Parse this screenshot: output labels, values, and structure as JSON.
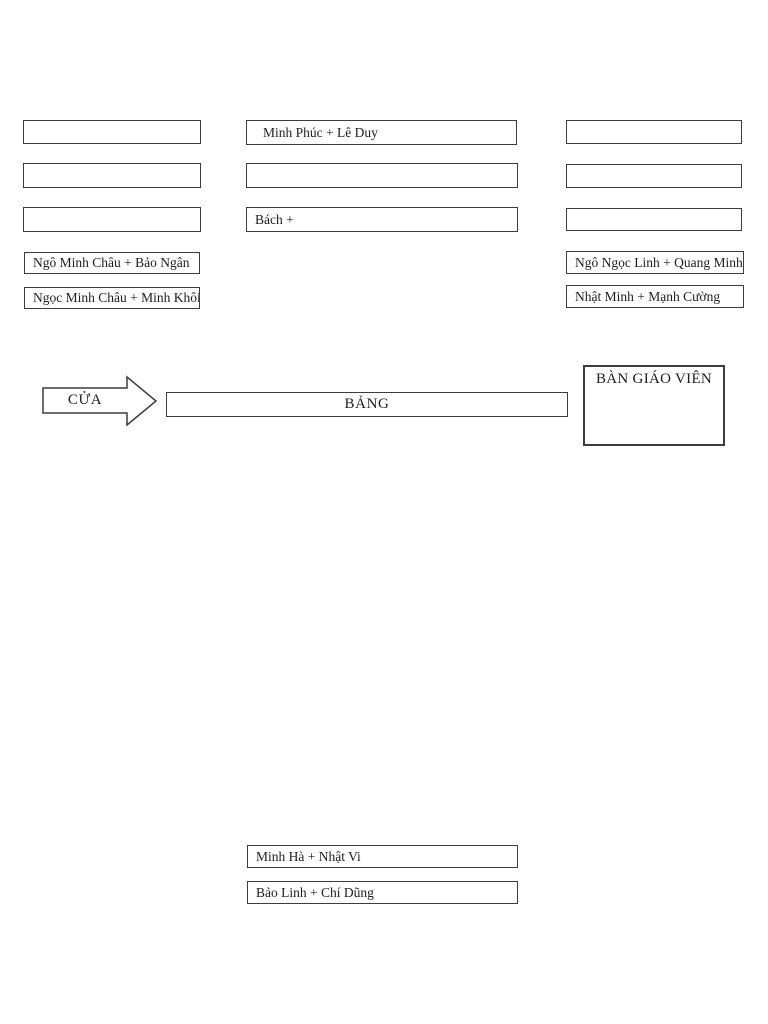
{
  "colors": {
    "background": "#ffffff",
    "border": "#3d3d3d",
    "text": "#1d1d1d"
  },
  "room": {
    "door_label": "CỬA",
    "board_label": "BẢNG",
    "teacher_desk_label": "BÀN GIÁO VIÊN"
  },
  "seating": {
    "left_column": {
      "seats": [
        {
          "label": ""
        },
        {
          "label": ""
        },
        {
          "label": ""
        },
        {
          "label": "Ngô Minh Châu + Bảo Ngân"
        },
        {
          "label": "Ngọc Minh Châu + Minh Khôi"
        }
      ]
    },
    "middle_column": {
      "seats": [
        {
          "label": "Minh Phúc + Lê Duy"
        },
        {
          "label": ""
        },
        {
          "label": "Bách +"
        }
      ]
    },
    "right_column": {
      "seats": [
        {
          "label": ""
        },
        {
          "label": ""
        },
        {
          "label": ""
        },
        {
          "label": "Ngô Ngọc Linh + Quang Minh"
        },
        {
          "label": "Nhật Minh + Mạnh Cường"
        }
      ]
    },
    "back_middle_column": {
      "seats": [
        {
          "label": "Minh Hà + Nhật Vi"
        },
        {
          "label": "Bảo Linh + Chí Dũng"
        }
      ]
    }
  }
}
